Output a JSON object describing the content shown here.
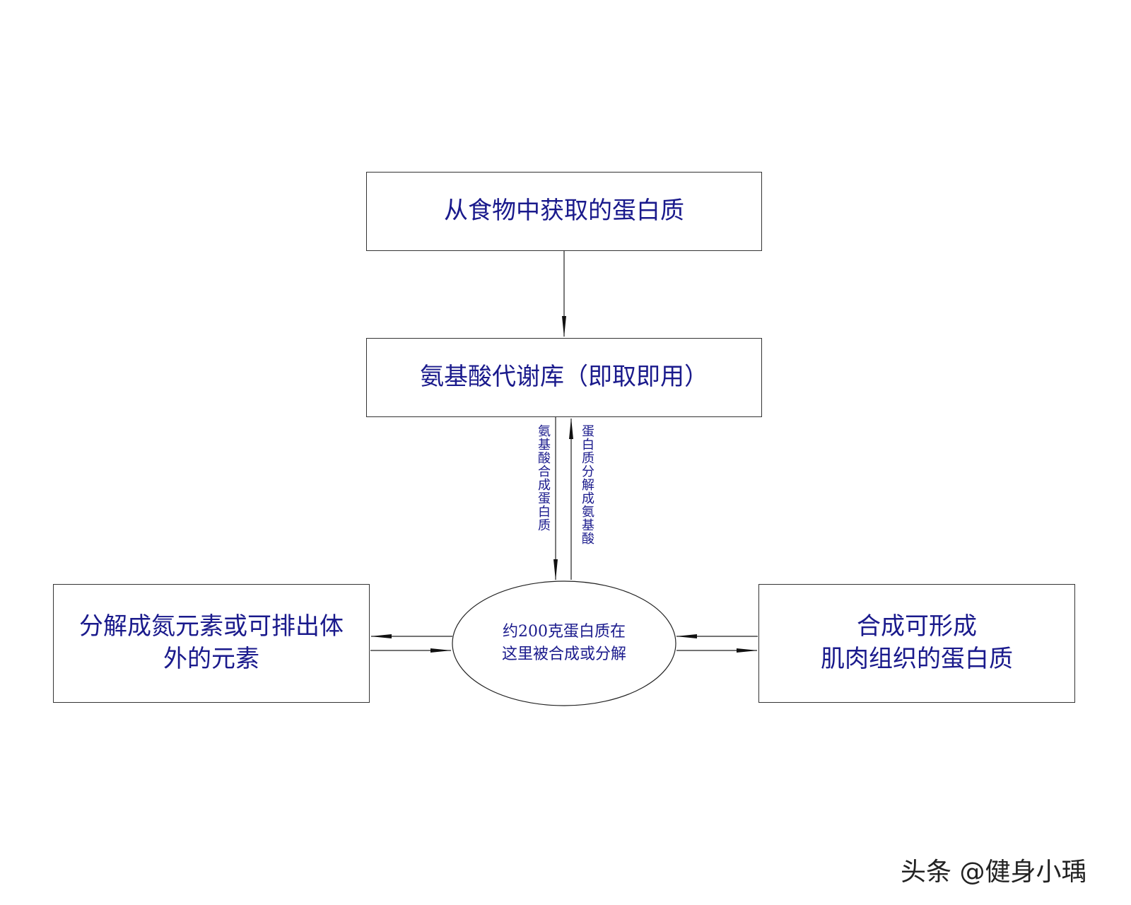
{
  "nodes": {
    "food_protein": "从食物中获取的蛋白质",
    "amino_pool": "氨基酸代谢库（即取即用）",
    "center_line1": "约200克蛋白质在",
    "center_line2": "这里被合成或分解",
    "left_line1": "分解成氮元素或可排出体",
    "left_line2": "外的元素",
    "right_line1": "合成可形成",
    "right_line2": "肌肉组织的蛋白质"
  },
  "edges": {
    "down_label": "氨基酸合成蛋白质",
    "up_label": "蛋白质分解成氨基酸"
  },
  "watermark": "头条 @健身小瑀"
}
